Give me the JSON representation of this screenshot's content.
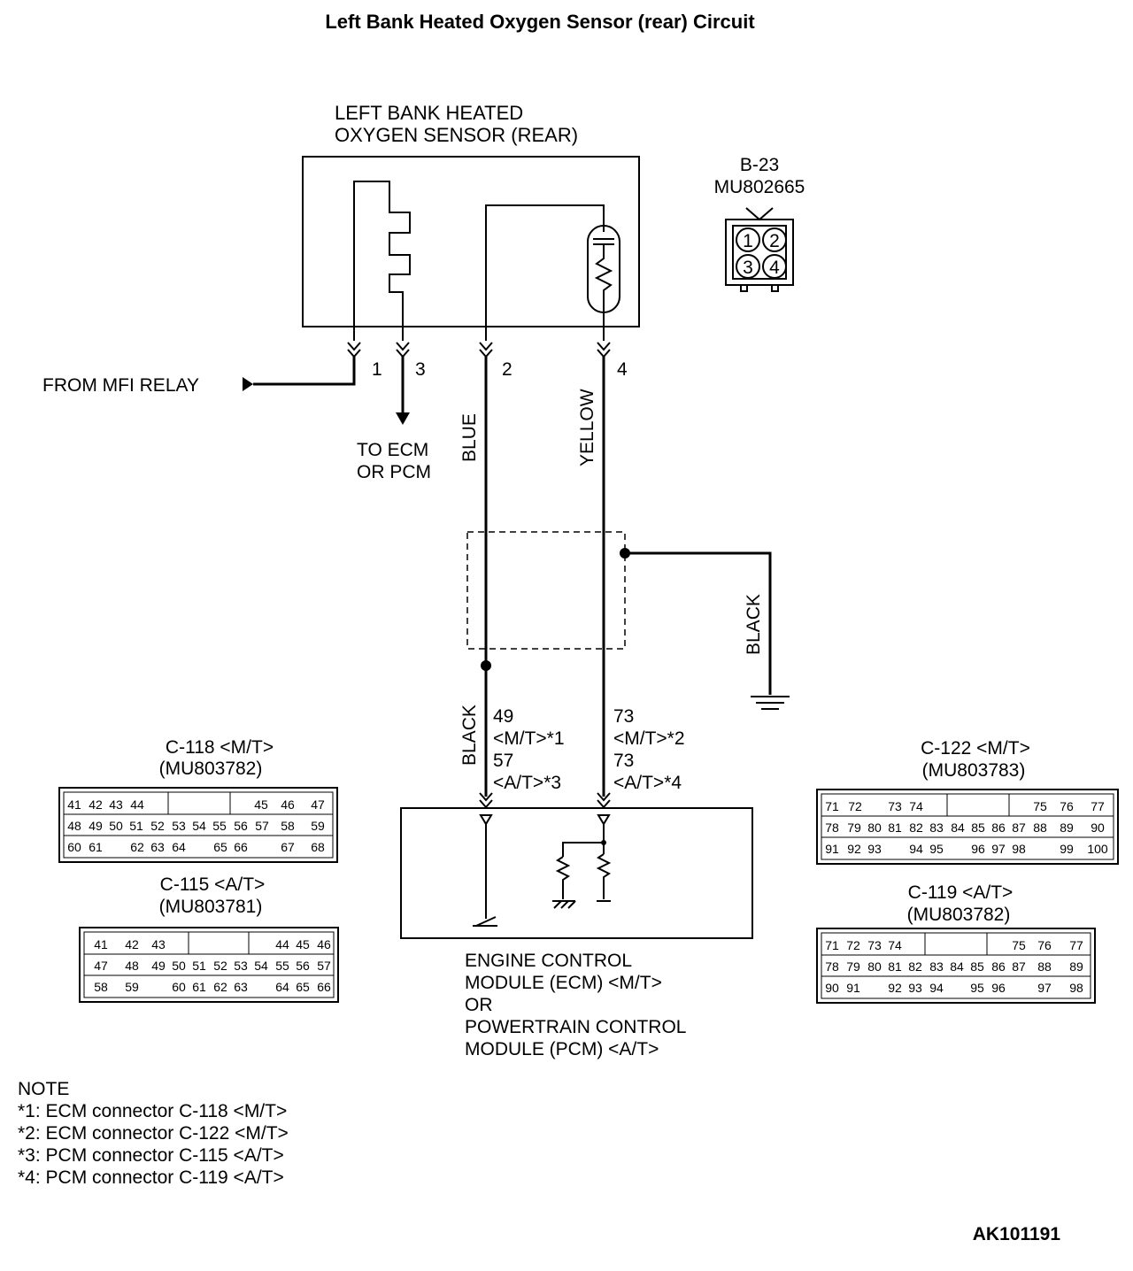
{
  "title": "Left Bank Heated Oxygen Sensor (rear) Circuit",
  "sensor": {
    "label_line1": "LEFT BANK HEATED",
    "label_line2": "OXYGEN SENSOR (REAR)",
    "connector_id": "B-23",
    "connector_part": "MU802665",
    "connector_pins": [
      "1",
      "2",
      "3",
      "4"
    ],
    "terminals": [
      "1",
      "3",
      "2",
      "4"
    ]
  },
  "from_relay": "FROM MFI RELAY",
  "to_ecm_line1": "TO ECM",
  "to_ecm_line2": "OR PCM",
  "wires": {
    "blue": "BLUE",
    "yellow": "YELLOW",
    "black_shield": "BLACK",
    "black_lower": "BLACK"
  },
  "ecm_pins_left": [
    "49",
    "<M/T>*1",
    "57",
    "<A/T>*3"
  ],
  "ecm_pins_right": [
    "73",
    "<M/T>*2",
    "73",
    "<A/T>*4"
  ],
  "ecm_label": [
    "ENGINE CONTROL",
    "MODULE (ECM) <M/T>",
    "OR",
    "POWERTRAIN CONTROL",
    "MODULE (PCM) <A/T>"
  ],
  "connectors": {
    "c118": {
      "name": "C-118 <M/T>",
      "part": "(MU803782)",
      "rows": [
        [
          "41",
          "42",
          "43",
          "44",
          "",
          "45",
          "46",
          "47"
        ],
        [
          "48",
          "49",
          "50",
          "51",
          "52",
          "53",
          "54",
          "55",
          "56",
          "57",
          "58",
          "59"
        ],
        [
          "60",
          "61",
          "62",
          "63",
          "64",
          "65",
          "66",
          "67",
          "68"
        ]
      ]
    },
    "c115": {
      "name": "C-115 <A/T>",
      "part": "(MU803781)",
      "rows": [
        [
          "41",
          "42",
          "43",
          "",
          "44",
          "45",
          "46"
        ],
        [
          "47",
          "48",
          "49",
          "50",
          "51",
          "52",
          "53",
          "54",
          "55",
          "56",
          "57"
        ],
        [
          "58",
          "59",
          "60",
          "61",
          "62",
          "63",
          "64",
          "65",
          "66"
        ]
      ]
    },
    "c122": {
      "name": "C-122 <M/T>",
      "part": "(MU803783)",
      "rows": [
        [
          "71",
          "72",
          "73",
          "74",
          "75",
          "76",
          "77"
        ],
        [
          "78",
          "79",
          "80",
          "81",
          "82",
          "83",
          "84",
          "85",
          "86",
          "87",
          "88",
          "89",
          "90"
        ],
        [
          "91",
          "92",
          "93",
          "94",
          "95",
          "96",
          "97",
          "98",
          "99",
          "100"
        ]
      ]
    },
    "c119": {
      "name": "C-119 <A/T>",
      "part": "(MU803782)",
      "rows": [
        [
          "71",
          "72",
          "73",
          "74",
          "75",
          "76",
          "77"
        ],
        [
          "78",
          "79",
          "80",
          "81",
          "82",
          "83",
          "84",
          "85",
          "86",
          "87",
          "88",
          "89"
        ],
        [
          "90",
          "91",
          "92",
          "93",
          "94",
          "95",
          "96",
          "97",
          "98"
        ]
      ]
    }
  },
  "notes": {
    "heading": "NOTE",
    "items": [
      "*1: ECM connector C-118 <M/T>",
      "*2: ECM connector C-122 <M/T>",
      "*3: PCM connector C-115 <A/T>",
      "*4: PCM connector C-119 <A/T>"
    ]
  },
  "code": "AK101191"
}
